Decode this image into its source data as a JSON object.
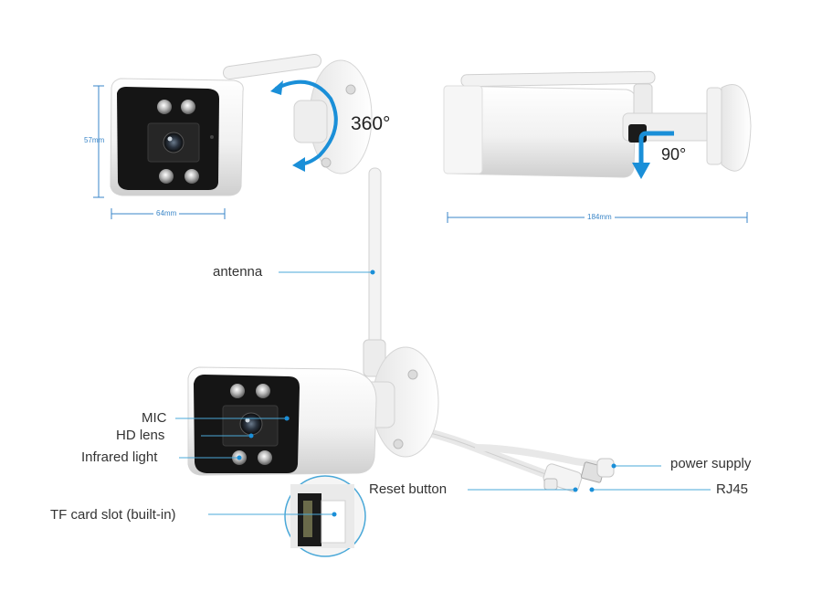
{
  "colors": {
    "accent": "#1a8fd8",
    "dimension": "#3a86c8",
    "leader": "#4aa8d8",
    "body": "#ffffff",
    "face": "#151515"
  },
  "dimensions": {
    "height": "57mm",
    "width": "64mm",
    "length": "184mm"
  },
  "rotation": {
    "pan": "360°",
    "tilt": "90°"
  },
  "callouts": {
    "antenna": "antenna",
    "mic": "MIC",
    "hd_lens": "HD lens",
    "infrared_light": "Infrared light",
    "tf_card": "TF card slot (built-in)",
    "reset_button": "Reset button",
    "power_supply": "power supply",
    "rj45": "RJ45"
  }
}
